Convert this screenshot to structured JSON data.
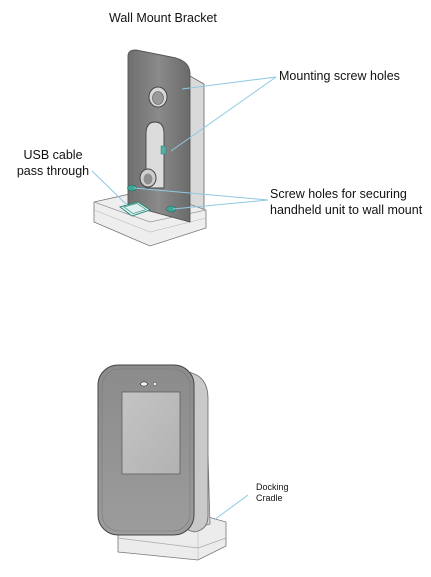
{
  "figure1": {
    "title": "Wall Mount Bracket",
    "callouts": {
      "mounting": "Mounting screw holes",
      "usb": [
        "USB cable",
        "pass through"
      ],
      "securing": [
        "Screw holes for securing",
        "handheld unit to wall mount"
      ]
    }
  },
  "figure2": {
    "callout": [
      "Docking",
      "Cradle"
    ]
  }
}
